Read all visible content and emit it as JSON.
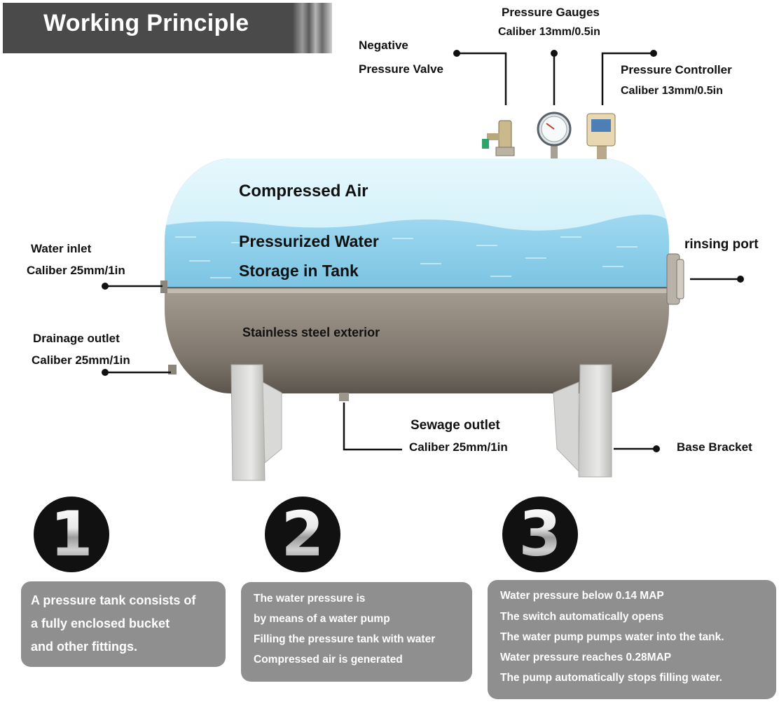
{
  "title": "Working Principle",
  "labels": {
    "negative_valve_1": "Negative",
    "negative_valve_2": "Pressure Valve",
    "gauges_1": "Pressure Gauges",
    "gauges_2": "Caliber 13mm/0.5in",
    "controller_1": "Pressure Controller",
    "controller_2": "Caliber 13mm/0.5in",
    "inlet_1": "Water inlet",
    "inlet_2": "Caliber 25mm/1in",
    "drain_1": "Drainage outlet",
    "drain_2": "Caliber 25mm/1in",
    "rinsing": "rinsing port",
    "sewage_1": "Sewage outlet",
    "sewage_2": "Caliber 25mm/1in",
    "base": "Base Bracket"
  },
  "tank": {
    "air": "Compressed Air",
    "water_1": "Pressurized Water",
    "water_2": "Storage in Tank",
    "exterior": "Stainless steel exterior"
  },
  "steps": [
    {
      "number": "1",
      "lines": [
        "A pressure tank consists of",
        "a fully enclosed bucket",
        "and other fittings."
      ]
    },
    {
      "number": "2",
      "lines": [
        "The water pressure is",
        "by means of a water pump",
        "Filling the pressure tank with water",
        "Compressed air is generated"
      ]
    },
    {
      "number": "3",
      "lines": [
        "Water pressure below 0.14 MAP",
        "The switch automatically opens",
        "The water pump pumps water into the tank.",
        "Water pressure reaches 0.28MAP",
        "The pump automatically stops filling water."
      ]
    }
  ],
  "colors": {
    "banner": "#4a4a4a",
    "card": "#8f8f8f",
    "air": "#cdeef7",
    "water": "#8fd0ea",
    "steel": "#a89f94"
  }
}
